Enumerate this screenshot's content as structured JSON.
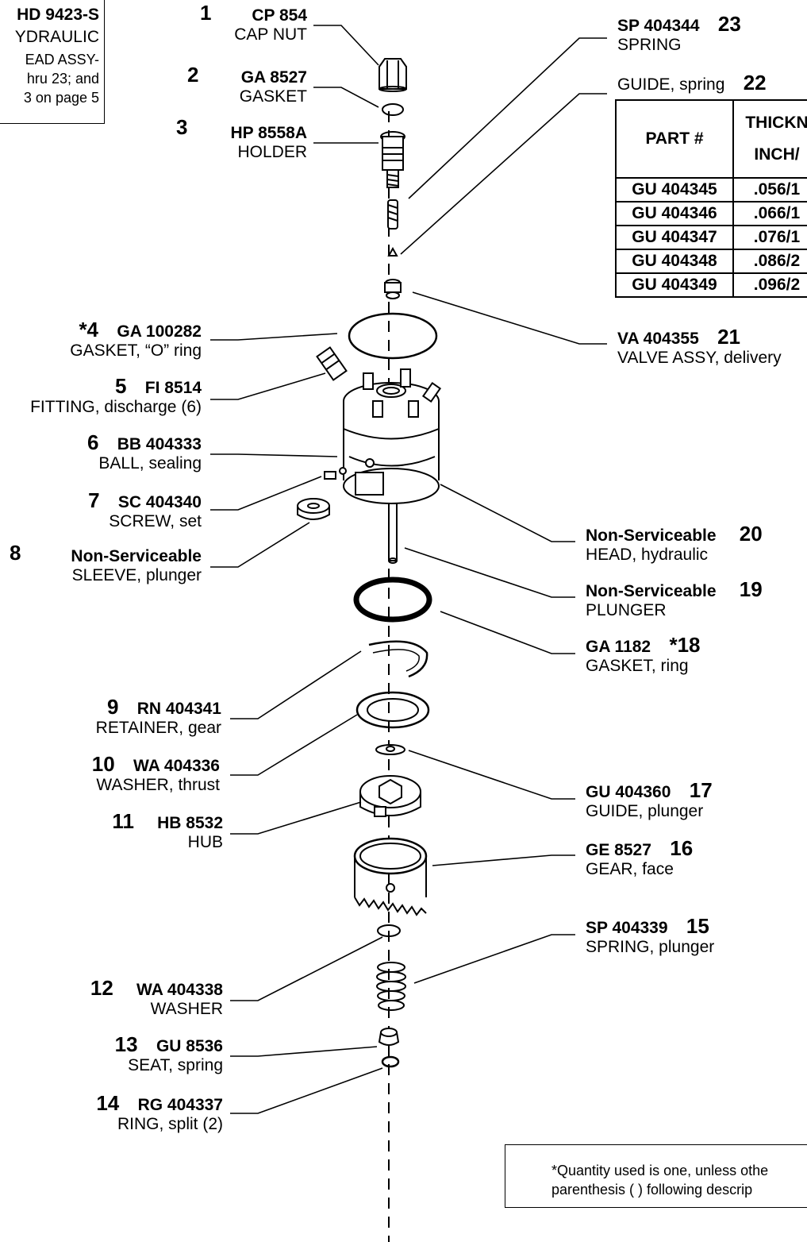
{
  "assy_box": {
    "lines": [
      "HD 9423-S",
      "YDRAULIC",
      "EAD ASSY-",
      "hru 23; and",
      "3 on page 5"
    ]
  },
  "parts": [
    {
      "id": "p1",
      "num": "1",
      "pn": "CP 854",
      "desc": "CAP NUT"
    },
    {
      "id": "p2",
      "num": "2",
      "pn": "GA 8527",
      "desc": "GASKET"
    },
    {
      "id": "p3",
      "num": "3",
      "pn": "HP 8558A",
      "desc": "HOLDER"
    },
    {
      "id": "p4",
      "num": "*4",
      "pn": "GA 100282",
      "desc": "GASKET, “O” ring"
    },
    {
      "id": "p5",
      "num": "5",
      "pn": "FI 8514",
      "desc": "FITTING, discharge (6)"
    },
    {
      "id": "p6",
      "num": "6",
      "pn": "BB 404333",
      "desc": "BALL, sealing"
    },
    {
      "id": "p7",
      "num": "7",
      "pn": "SC 404340",
      "desc": "SCREW, set"
    },
    {
      "id": "p8",
      "num": "8",
      "pn": "Non-Serviceable",
      "desc": "SLEEVE, plunger"
    },
    {
      "id": "p9",
      "num": "9",
      "pn": "RN 404341",
      "desc": "RETAINER, gear"
    },
    {
      "id": "p10",
      "num": "10",
      "pn": "WA 404336",
      "desc": "WASHER, thrust"
    },
    {
      "id": "p11",
      "num": "11",
      "pn": "HB 8532",
      "desc": "HUB"
    },
    {
      "id": "p12",
      "num": "12",
      "pn": "WA 404338",
      "desc": "WASHER"
    },
    {
      "id": "p13",
      "num": "13",
      "pn": "GU 8536",
      "desc": "SEAT, spring"
    },
    {
      "id": "p14",
      "num": "14",
      "pn": "RG 404337",
      "desc": "RING, split (2)"
    },
    {
      "id": "p15",
      "num": "15",
      "pn": "SP 404339",
      "desc": "SPRING, plunger"
    },
    {
      "id": "p16",
      "num": "16",
      "pn": "GE 8527",
      "desc": "GEAR, face"
    },
    {
      "id": "p17",
      "num": "17",
      "pn": "GU 404360",
      "desc": "GUIDE, plunger"
    },
    {
      "id": "p18",
      "num": "*18",
      "pn": "GA 1182",
      "desc": "GASKET, ring"
    },
    {
      "id": "p19",
      "num": "19",
      "pn": "Non-Serviceable",
      "desc": "PLUNGER"
    },
    {
      "id": "p20",
      "num": "20",
      "pn": "Non-Serviceable",
      "desc": "HEAD, hydraulic"
    },
    {
      "id": "p21",
      "num": "21",
      "pn": "VA 404355",
      "desc": "VALVE ASSY, delivery"
    },
    {
      "id": "p22",
      "num": "22",
      "pn": "",
      "desc": "GUIDE, spring"
    },
    {
      "id": "p23",
      "num": "23",
      "pn": "SP 404344",
      "desc": "SPRING"
    }
  ],
  "thickness_table": {
    "headers": [
      "PART #",
      "THICKN",
      "INCH/"
    ],
    "rows": [
      [
        "GU 404345",
        ".056/1"
      ],
      [
        "GU 404346",
        ".066/1"
      ],
      [
        "GU 404347",
        ".076/1"
      ],
      [
        "GU 404348",
        ".086/2"
      ],
      [
        "GU 404349",
        ".096/2"
      ]
    ]
  },
  "note": {
    "line1": "*Quantity used is one, unless othe",
    "line2": "parenthesis (    ) following descrip"
  }
}
